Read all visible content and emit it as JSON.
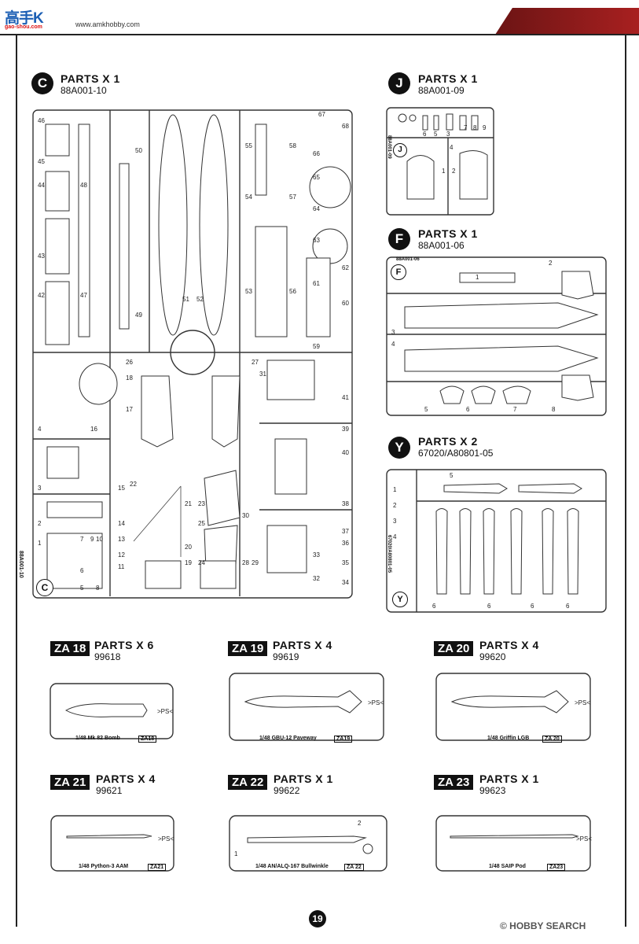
{
  "header": {
    "logo": "高手K",
    "logo_sub": "gao-shou.com",
    "site": "www.amkhobby.com"
  },
  "sections": [
    {
      "letter": "C",
      "title": "PARTS X 1",
      "code": "88A001-10",
      "sprue_tag": "88A001-10"
    },
    {
      "letter": "J",
      "title": "PARTS X 1",
      "code": "88A001-09",
      "sprue_tag": "88A001-09"
    },
    {
      "letter": "F",
      "title": "PARTS X 1",
      "code": "88A001-06",
      "sprue_tag": "88A001-06"
    },
    {
      "letter": "Y",
      "title": "PARTS X 2",
      "code": "67020/A80801-05",
      "sprue_tag": "67020/A80801-05"
    }
  ],
  "za_parts": [
    {
      "badge": "ZA 18",
      "title": "PARTS X 6",
      "code": "99618",
      "caption": "1/48 Mk 82 Bomb",
      "tag": "ZA18"
    },
    {
      "badge": "ZA 19",
      "title": "PARTS X 4",
      "code": "99619",
      "caption": "1/48 GBU-12 Paveway",
      "tag": "ZA19"
    },
    {
      "badge": "ZA 20",
      "title": "PARTS X 4",
      "code": "99620",
      "caption": "1/48 Griffin LGB",
      "tag": "ZA 20"
    },
    {
      "badge": "ZA 21",
      "title": "PARTS X 4",
      "code": "99621",
      "caption": "1/48 Python-3 AAM",
      "tag": "ZA21"
    },
    {
      "badge": "ZA 22",
      "title": "PARTS X 1",
      "code": "99622",
      "caption": "1/48 AN/ALQ-167 Bullwinkle",
      "tag": "ZA 22"
    },
    {
      "badge": "ZA 23",
      "title": "PARTS X 1",
      "code": "99623",
      "caption": "1/48 SAIP Pod",
      "tag": "ZA23"
    }
  ],
  "page_number": "19",
  "watermark": "© HOBBY SEARCH",
  "colors": {
    "header_red": "#a82020",
    "ink": "#111111"
  }
}
